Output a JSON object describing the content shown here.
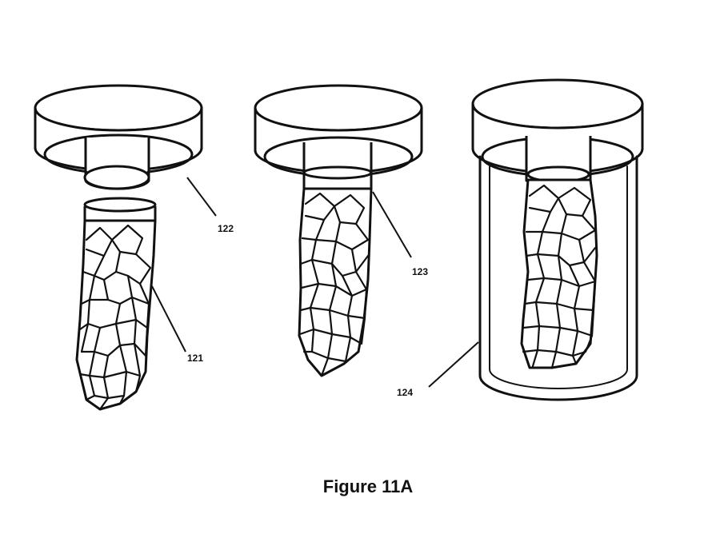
{
  "figure": {
    "caption": "Figure 11A",
    "labels": {
      "ref_121": "121",
      "ref_122": "122",
      "ref_123": "123",
      "ref_124": "124"
    }
  },
  "colors": {
    "line": "#111111",
    "background": "#ffffff"
  }
}
